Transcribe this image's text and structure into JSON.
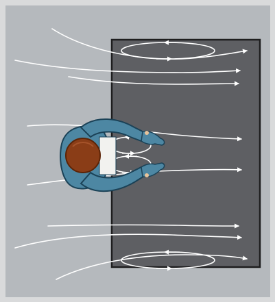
{
  "figure": {
    "kind": "airflow-illustration",
    "elements": [
      "dark-work-surface",
      "person-top-view",
      "air-streamlines",
      "vortex-loops"
    ]
  },
  "colors": {
    "frame": "#d9dadb",
    "background": "#b5b9bd",
    "surface": "#5e5f63",
    "surface_border": "#1e1e1f",
    "airflow": "#ffffff",
    "shirt": "#4d87a3",
    "shirt_dark": "#1b4257",
    "hair": "#8a3d17",
    "skin": "#e8c39a",
    "paper": "#f2f2ef"
  }
}
